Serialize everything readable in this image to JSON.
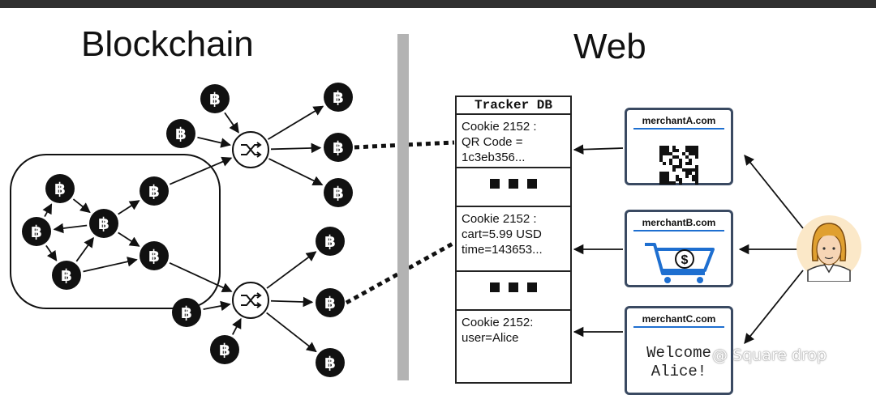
{
  "titles": {
    "left": "Blockchain",
    "right": "Web"
  },
  "tracker_db": {
    "header": "Tracker DB",
    "cells": [
      {
        "kind": "text",
        "text": "Cookie 2152 :\nQR Code =\n1c3eb356..."
      },
      {
        "kind": "dots"
      },
      {
        "kind": "text",
        "text": "Cookie 2152 :\ncart=5.99 USD\ntime=143653..."
      },
      {
        "kind": "dots"
      },
      {
        "kind": "text",
        "text": "Cookie 2152:\nuser=Alice"
      }
    ]
  },
  "merchants": [
    {
      "name": "merchantA.com",
      "content": "qr-code-icon"
    },
    {
      "name": "merchantB.com",
      "content": "shopping-cart-dollar-icon"
    },
    {
      "name": "merchantC.com",
      "content": "text",
      "welcome": "Welcome\nAlice!"
    }
  ],
  "watermark": "@ Square drop",
  "icons": {
    "node": "bitcoin-icon",
    "mixer": "shuffle-icon",
    "user": "user-avatar-icon"
  },
  "colors": {
    "node_fill": "#111111",
    "merchant_border": "#3a4a62",
    "merchant_underline": "#1e6fd0",
    "divider": "#b3b3b3",
    "avatar_hair": "#e0a030",
    "avatar_face": "#f6d5b5"
  }
}
